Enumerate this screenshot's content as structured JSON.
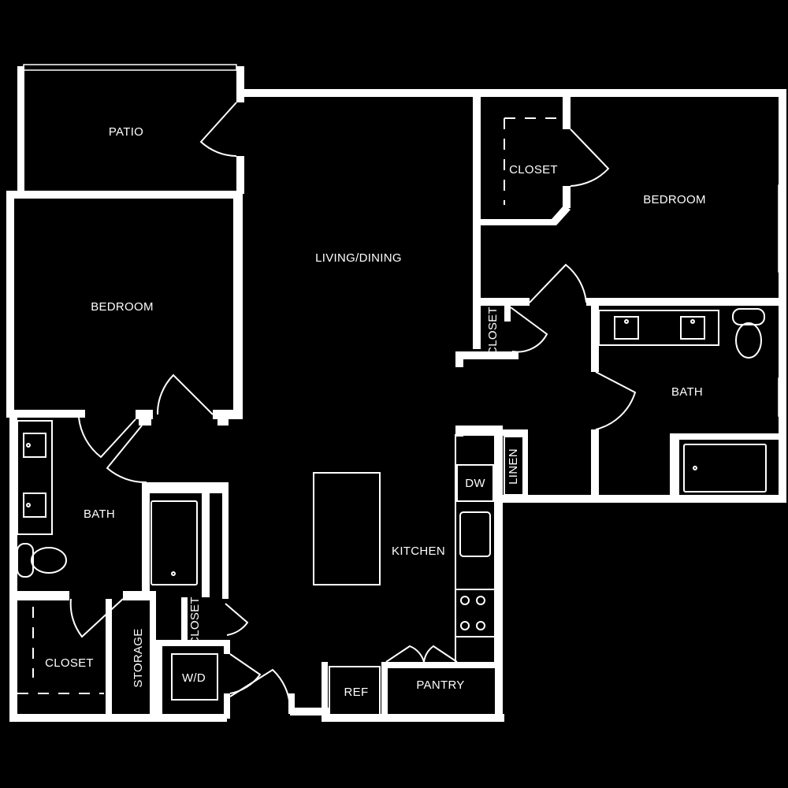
{
  "plan": {
    "background": "#000000",
    "wall_color": "#ffffff",
    "labels": {
      "patio": "PATIO",
      "living_dining": "LIVING/DINING",
      "bedroom_left": "BEDROOM",
      "bedroom_right": "BEDROOM",
      "closet_upper_right": "CLOSET",
      "closet_small_vertical": "CLOSET",
      "bath_right": "BATH",
      "bath_left": "BATH",
      "linen": "LINEN",
      "dw": "DW",
      "kitchen": "KITCHEN",
      "closet_hall_vertical": "CLOSET",
      "closet_lower_left": "CLOSET",
      "storage": "STORAGE",
      "wd": "W/D",
      "ref": "REF",
      "pantry": "PANTRY"
    }
  }
}
